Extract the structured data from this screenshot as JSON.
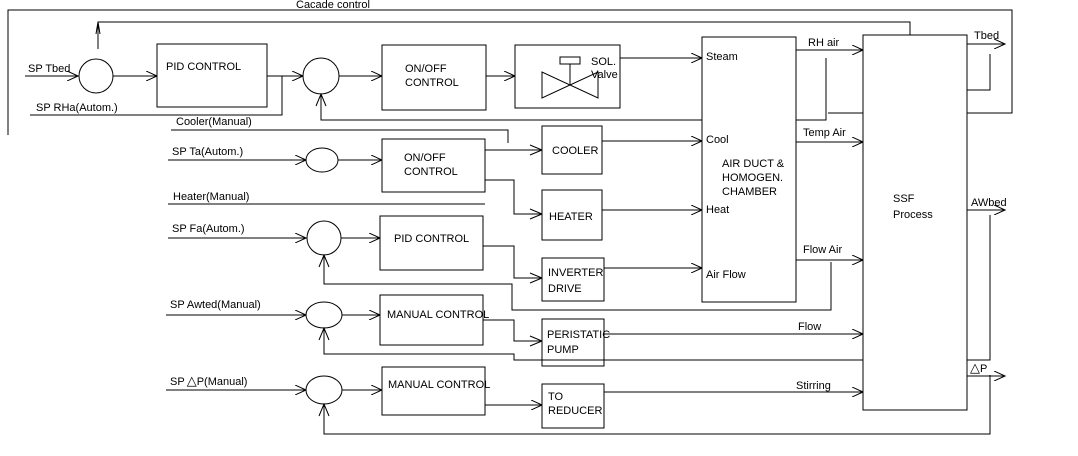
{
  "top_label": "Cacade control",
  "inputs": {
    "sp_tbed": "SP Tbed",
    "sp_rha": "SP RHa(Autom.)",
    "cooler_manual": "Cooler(Manual)",
    "sp_ta": "SP Ta(Autom.)",
    "heater_manual": "Heater(Manual)",
    "sp_fa": "SP Fa(Autom.)",
    "sp_awted": "SP Awted(Manual)",
    "sp_dp_prefix": "SP",
    "sp_dp_delta": "△",
    "sp_dp_suffix": "P(Manual)"
  },
  "blocks": {
    "pid_1": "PID CONTROL",
    "onoff_1": [
      "ON/OFF",
      "CONTROL"
    ],
    "sol_valve": [
      "SOL.",
      "Valve"
    ],
    "cooler": "COOLER",
    "onoff_2": [
      "ON/OFF",
      "CONTROL"
    ],
    "heater": "HEATER",
    "pid_2": "PID CONTROL",
    "inverter": [
      "INVERTER",
      "DRIVE"
    ],
    "manual_1": "MANUAL CONTROL",
    "pump": [
      "PERISTATIC",
      "PUMP"
    ],
    "manual_2": "MANUAL CONTROL",
    "reducer": [
      "TO",
      "REDUCER"
    ],
    "chamber": [
      "AIR DUCT &",
      "HOMOGEN.",
      "CHAMBER"
    ],
    "process": [
      "SSF",
      "Process"
    ]
  },
  "chamber_ports": {
    "steam": "Steam",
    "cool": "Cool",
    "heat": "Heat",
    "air_flow": "Air Flow"
  },
  "signals": {
    "rh_air": "RH air",
    "temp_air": "Temp Air",
    "flow_air": "Flow Air",
    "flow": "Flow",
    "stirring": "Stirring"
  },
  "outputs": {
    "tbed": "Tbed",
    "awbed": "AWbed",
    "dp_delta": "△",
    "dp_suffix": "P"
  }
}
